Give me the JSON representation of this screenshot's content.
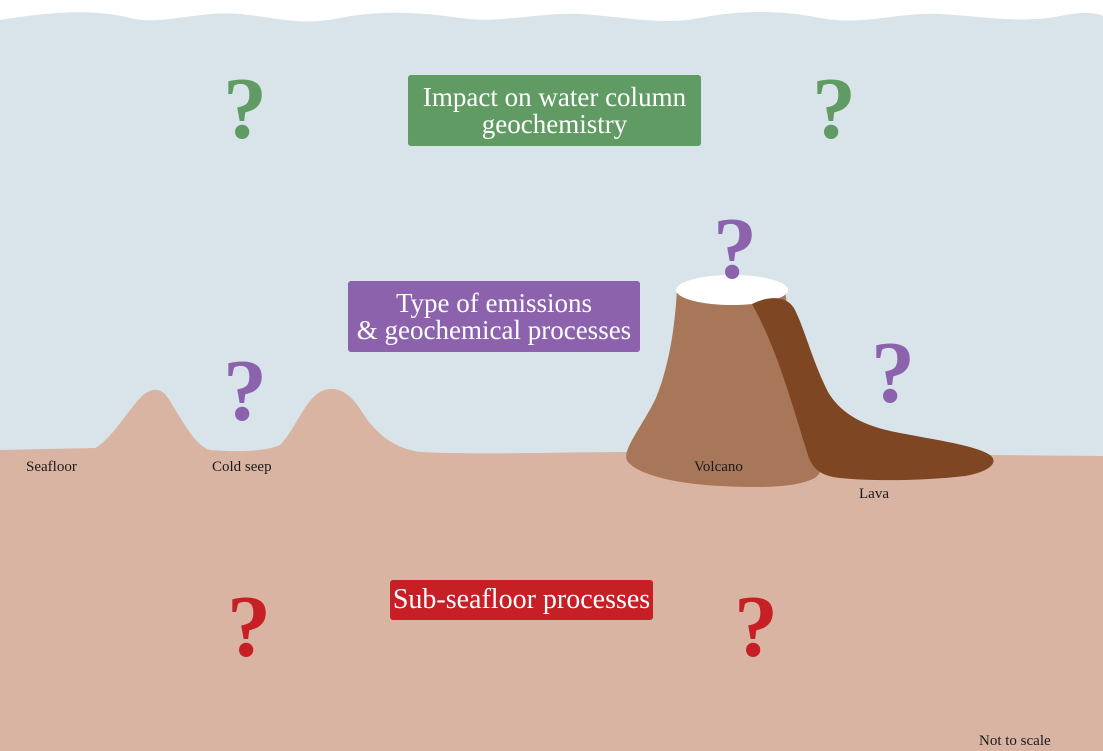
{
  "labels": {
    "water_column_line1": "Impact on water column",
    "water_column_line2": "geochemistry",
    "emissions_line1": "Type of emissions",
    "emissions_line2": "& geochemical processes",
    "subseafloor": "Sub-seafloor processes",
    "seafloor": "Seafloor",
    "cold_seep": "Cold seep",
    "volcano": "Volcano",
    "lava": "Lava",
    "scale_note": "Not to scale"
  },
  "question_mark": "?",
  "colors": {
    "water": "#d8e3ea",
    "sediment": "#d9b4a2",
    "volcano": "#a87658",
    "volcano_top": "#ffffff",
    "lava": "#7e4622",
    "water_box": "#5f9b62",
    "emission_box": "#8c62ad",
    "subseafloor_box": "#c62026",
    "qmark_green": "#5f9b62",
    "qmark_purple": "#8c62ad",
    "qmark_red": "#c62026"
  }
}
